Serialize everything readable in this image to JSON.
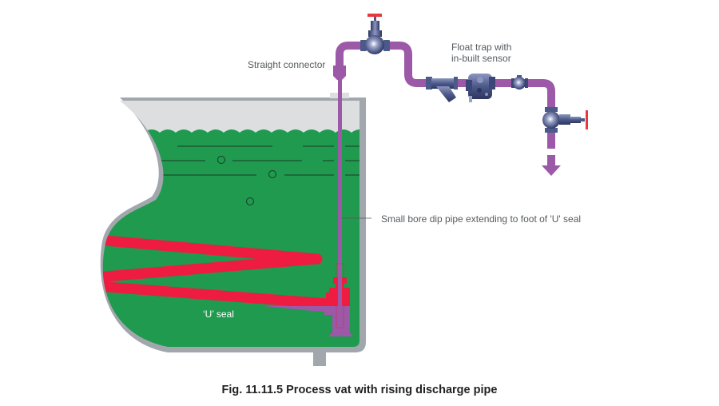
{
  "figure": {
    "caption": "Fig. 11.11.5 Process vat with rising discharge pipe"
  },
  "labels": {
    "straight_connector": "Straight connector",
    "float_trap_line1": "Float trap with",
    "float_trap_line2": "in-built sensor",
    "dip_pipe": "Small bore dip pipe extending to foot of 'U' seal",
    "u_seal": "‘U’ seal"
  },
  "colors": {
    "liquid": "#1f9a4e",
    "headspace": "#dcdee0",
    "vessel_wall": "#a2a7ad",
    "pipe": "#9b59a8",
    "steam_coil": "#ee1c40",
    "valve_body": "#4c5a8a",
    "valve_handwheel": "#e8383c",
    "leader_line": "#555a5e"
  }
}
